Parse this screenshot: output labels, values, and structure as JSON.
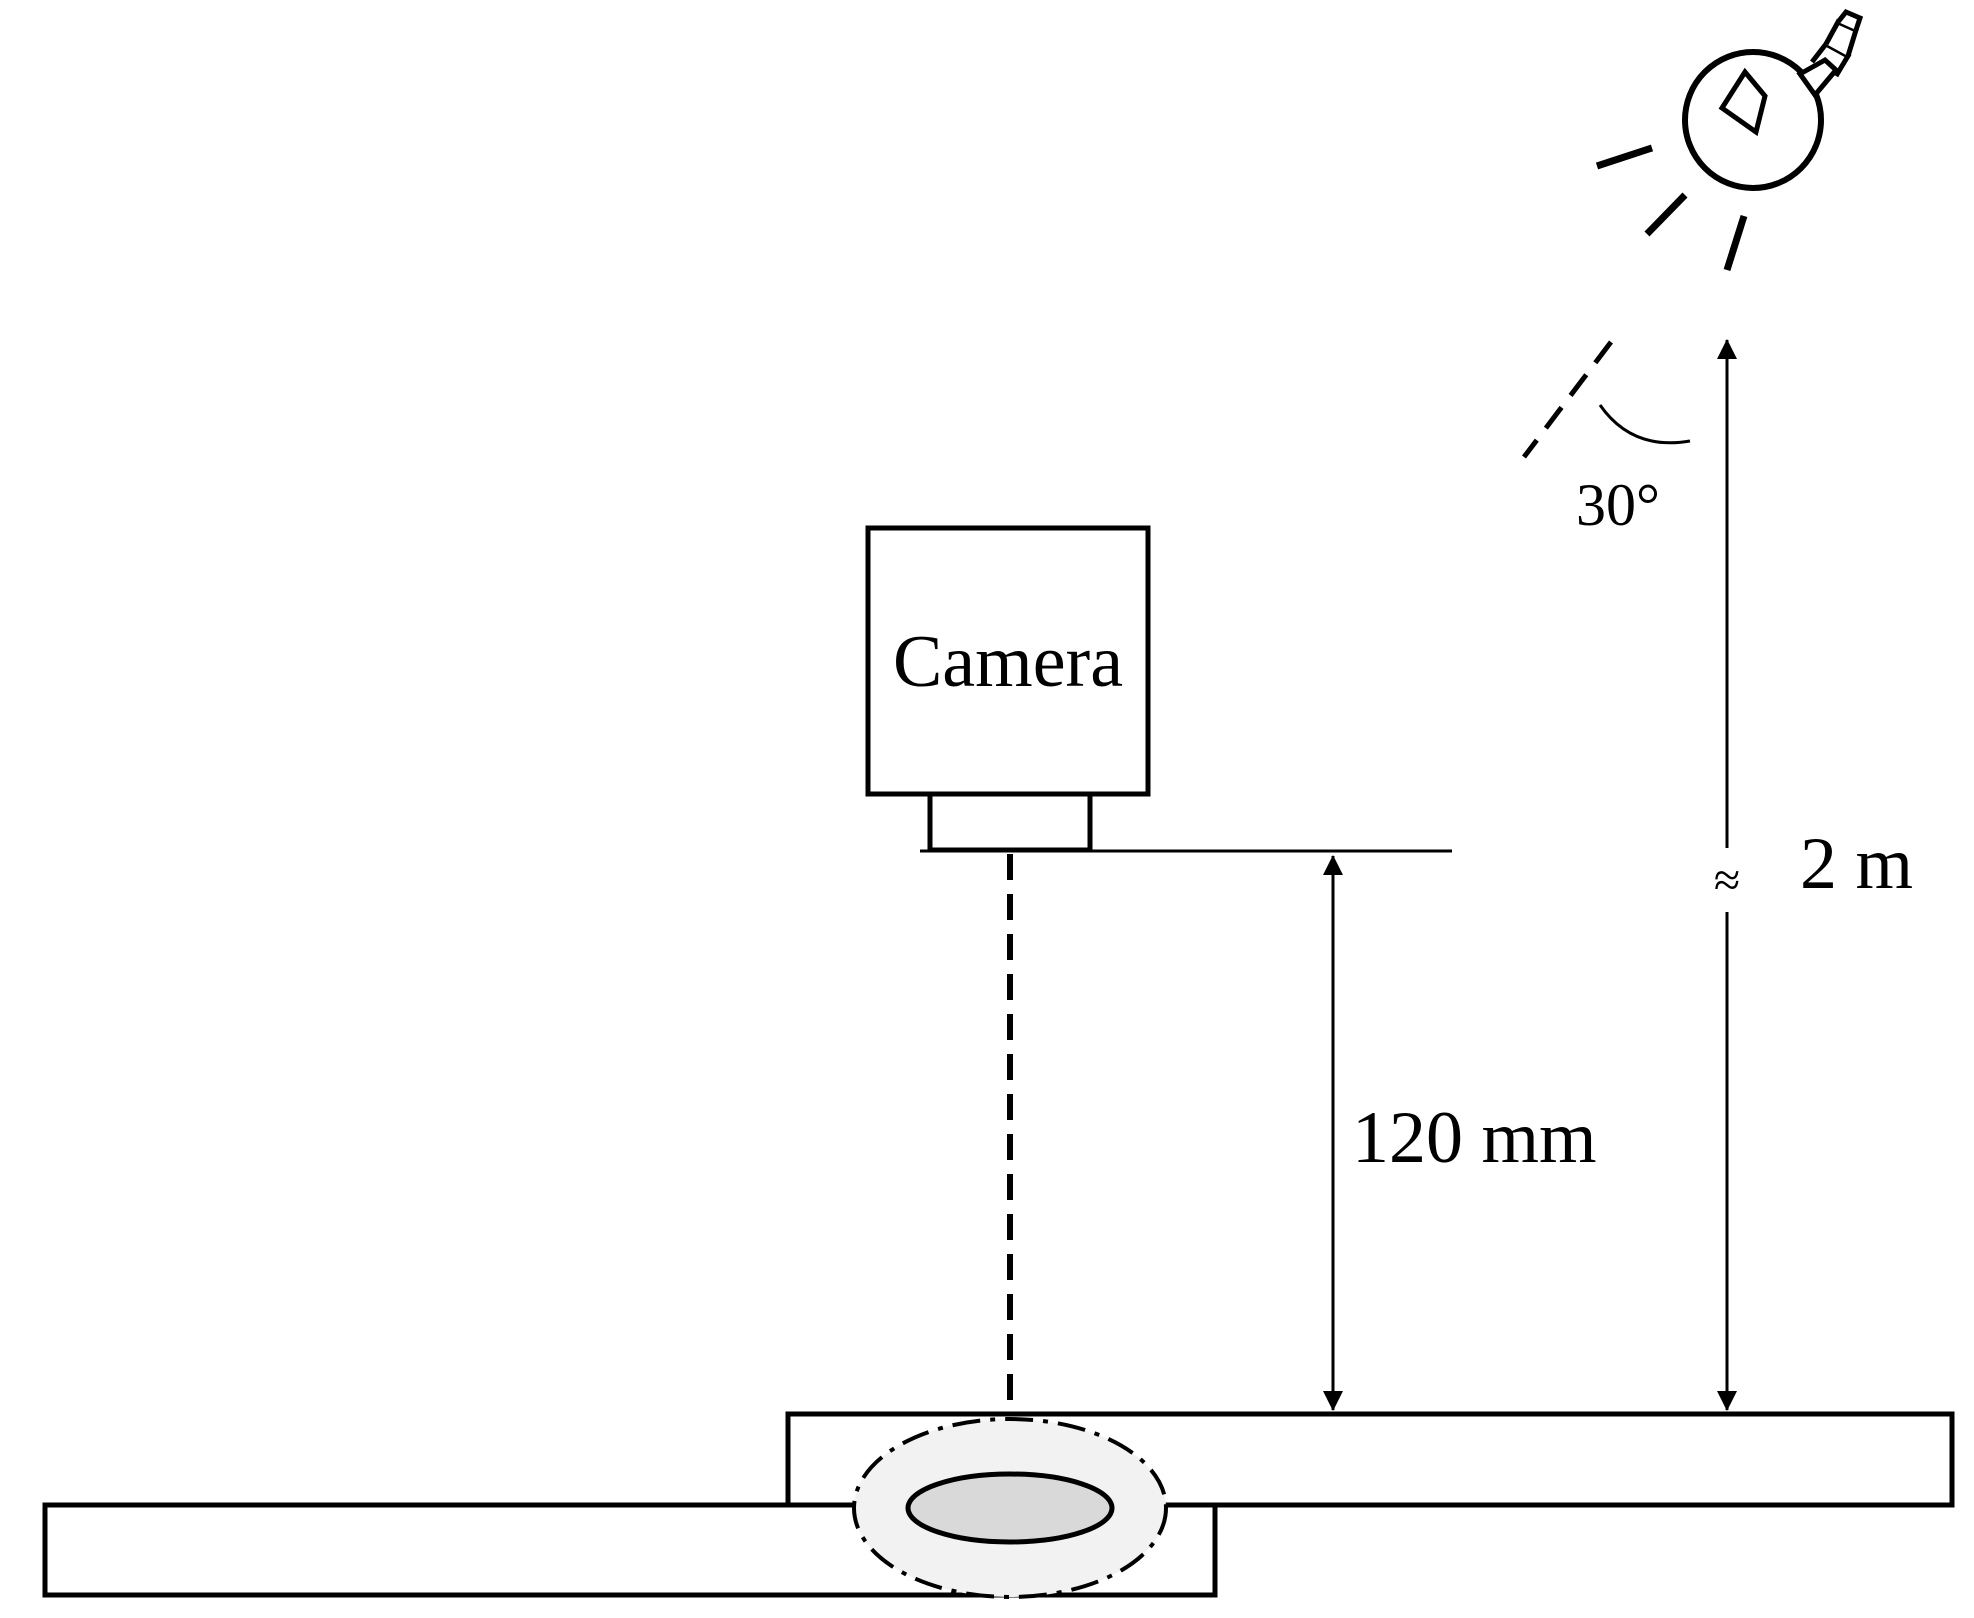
{
  "diagram": {
    "camera_label": "Camera",
    "angle_label": "30°",
    "distance_short_label": "120 mm",
    "distance_long_approx": "≈",
    "distance_long_label": "2 m"
  },
  "colors": {
    "stroke": "#000000",
    "background": "#ffffff",
    "weld_fill": "#d9d9d9",
    "halo_fill": "#f2f2f2"
  },
  "icons": {
    "light": "light-bulb-icon"
  }
}
